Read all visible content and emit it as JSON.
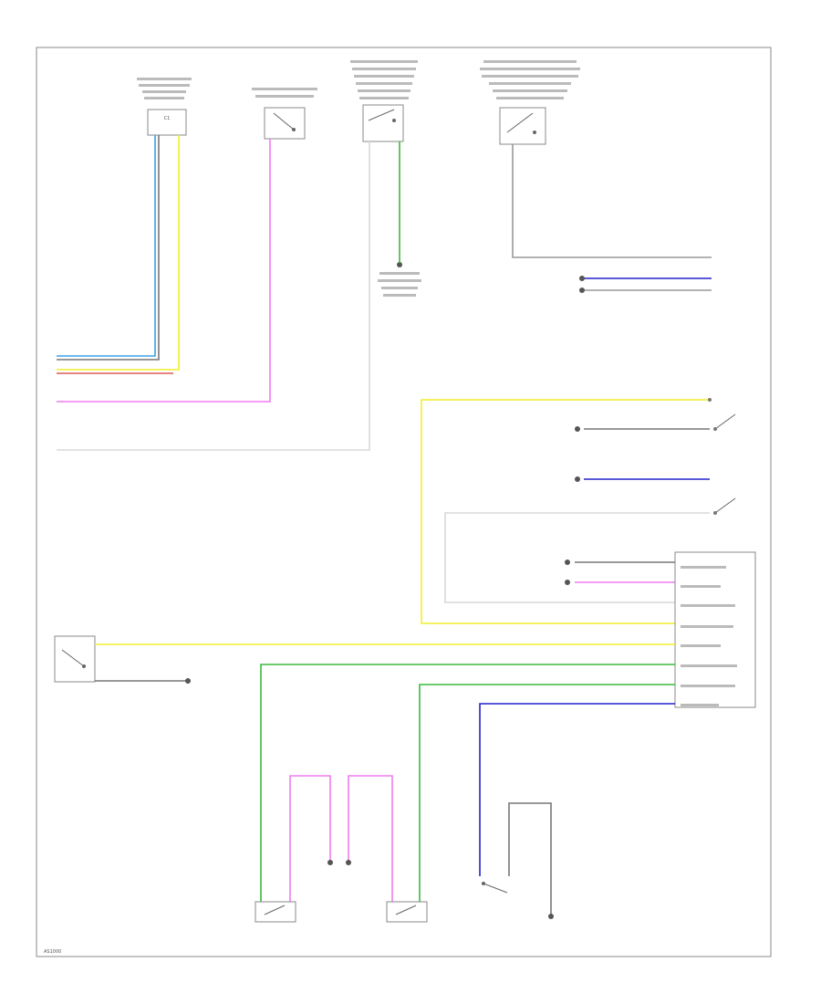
{
  "diagram": {
    "wire_colors": {
      "blue": "#2222cc",
      "light_blue": "#3aa0e6",
      "yellow": "#f2ee2a",
      "pink": "#f07cf0",
      "green": "#3db83d",
      "white": "#d8d8d8",
      "black": "#777777",
      "red": "#e05a5a",
      "frame": "#888888"
    },
    "legible_labels": {
      "footer_code": "AS1000",
      "top_conn_text": "C1"
    },
    "components": [
      {
        "id": "rear-lamp-assembly"
      },
      {
        "id": "switch-top-2"
      },
      {
        "id": "switch-top-3"
      },
      {
        "id": "switch-top-4"
      },
      {
        "id": "ground-top"
      },
      {
        "id": "door-lock-switch-right"
      },
      {
        "id": "body-control-module"
      },
      {
        "id": "door-switch-left"
      },
      {
        "id": "ajar-switch-1"
      },
      {
        "id": "ajar-switch-2"
      },
      {
        "id": "latch-switch"
      },
      {
        "id": "ground-bottom"
      }
    ]
  }
}
